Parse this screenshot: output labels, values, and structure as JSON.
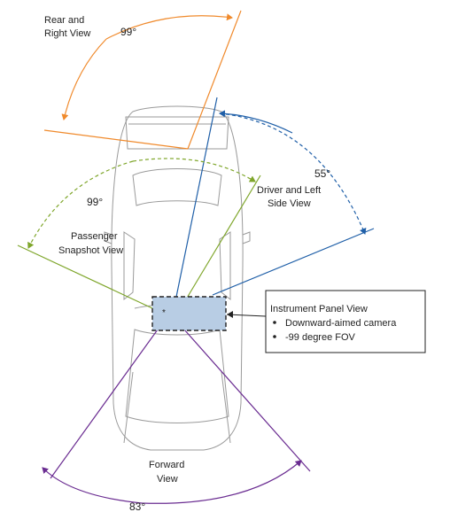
{
  "views": {
    "rear": {
      "label_line1": "Rear and",
      "label_line2": "Right View",
      "angle": "99°",
      "color": "#f08a2c"
    },
    "driver": {
      "label_line1": "Driver and Left",
      "label_line2": "Side View",
      "angle": "55°",
      "color": "#1f5fa8"
    },
    "passenger": {
      "label_line1": "Passenger",
      "label_line2": "Snapshot View",
      "angle": "99°",
      "color": "#7fa62b"
    },
    "forward": {
      "label_line1": "Forward",
      "label_line2": "View",
      "angle": "83°",
      "color": "#6a2c91"
    }
  },
  "camera": {
    "marker": "*"
  },
  "callout": {
    "title": "Instrument Panel View",
    "bullets": [
      "Downward-aimed camera",
      "-99 degree FOV"
    ]
  },
  "colors": {
    "car_outline": "#9a9a9a",
    "panel_fill": "#b8cde4",
    "panel_border": "#222222"
  }
}
